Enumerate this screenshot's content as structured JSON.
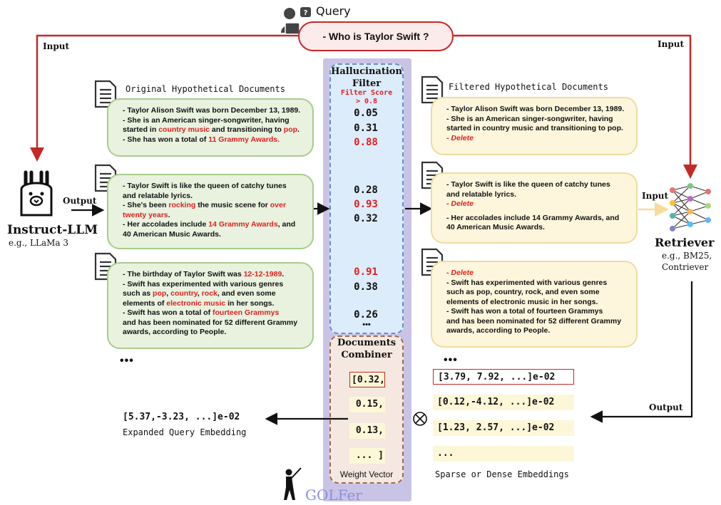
{
  "query": {
    "label": "Query",
    "text": "- Who is Taylor Swift ?"
  },
  "arrows": {
    "input_left": "Input",
    "input_right": "Input",
    "output_llm": "Output",
    "input_retriever": "Input",
    "output_retriever": "Output"
  },
  "llm": {
    "name": "Instruct-LLM",
    "example": "e.g., LLaMa 3"
  },
  "retriever": {
    "name": "Retriever",
    "example_line1": "e.g., BM25,",
    "example_line2": "Contriever"
  },
  "original_docs": {
    "title": "Original Hypothetical Documents",
    "doc1": {
      "l1": "- Taylor Alison Swift was born December 13, 1989.",
      "l2": "- She is an American singer-songwriter, having",
      "l3a": "started in ",
      "l3b": "country music",
      "l3c": " and transitioning to ",
      "l3d": "pop",
      "l3e": ".",
      "l4a": "- She has won a total of ",
      "l4b": "11 Grammy Awards."
    },
    "doc2": {
      "l1": "- Taylor Swift is like the queen of catchy tunes",
      "l2": "and relatable lyrics.",
      "l3a": "- She's been ",
      "l3b": "rocking",
      "l3c": " the music scene for ",
      "l3d": "over",
      "l4": "twenty years",
      "l4e": ".",
      "l5a": "- Her accolades include ",
      "l5b": "14 Grammy Awards",
      "l5c": ", and",
      "l6": "40 American Music Awards."
    },
    "doc3": {
      "l1a": "- The birthday of Taylor Swift was ",
      "l1b": "12-12-1989",
      "l1c": ".",
      "l2": "- Swift has experimented with various genres",
      "l3a": "such as ",
      "l3b": "pop",
      "l3c": ", ",
      "l3d": "country",
      "l3e": ", ",
      "l3f": "rock",
      "l3g": ", and even some",
      "l4a": "elements of ",
      "l4b": "electronic music",
      "l4c": " in her songs.",
      "l5a": "- Swift has won a total of ",
      "l5b": "fourteen Grammys",
      "l6": "and has been nominated for 52 different Grammy",
      "l7": "awards, according to People."
    },
    "more": "•••"
  },
  "filter": {
    "title1": "Hallucination",
    "title2": "Filter",
    "score_label": "Filter Score",
    "score_threshold": "> 0.8",
    "scores": [
      "0.05",
      "0.31",
      "0.88",
      "0.28",
      "0.93",
      "0.32",
      "0.91",
      "0.38",
      "0.26"
    ],
    "more": "•••"
  },
  "combiner": {
    "title1": "Documents",
    "title2": "Combiner",
    "weights": [
      "[0.32,",
      "0.15,",
      "0.13,",
      "... ]"
    ],
    "footer": "Weight Vector"
  },
  "filtered_docs": {
    "title": "Filtered Hypothetical Documents",
    "doc1": {
      "l1": "- Taylor Alison Swift was born December 13, 1989.",
      "l2": "- She is an American singer-songwriter, having",
      "l3": "started in country music and transitioning to pop.",
      "l4": "- Delete"
    },
    "doc2": {
      "l1": "- Taylor Swift is like the queen of catchy tunes",
      "l2": "and relatable lyrics.",
      "l3": "- Delete",
      "l4": "- Her accolades include 14 Grammy Awards, and",
      "l5": "40 American Music Awards."
    },
    "doc3": {
      "l1": "- Delete",
      "l2": "- Swift has experimented with various genres",
      "l3": "such as pop, country, rock, and even some",
      "l4": "elements of electronic music in her songs.",
      "l5": "- Swift has won a total of fourteen Grammys",
      "l6": "and has been nominated for 52 different Grammy",
      "l7": "awards, according to People."
    },
    "more": "•••"
  },
  "embeddings": {
    "items": [
      "[3.79, 7.92, ...]e-02",
      "[0.12,-4.12, ...]e-02",
      "[1.23, 2.57, ...]e-02",
      "..."
    ],
    "caption": "Sparse or Dense Embeddings",
    "otimes": "⊗"
  },
  "expanded": {
    "vector": "[5.37,-3.23, ...]e-02",
    "caption": "Expanded Query Embedding"
  },
  "brand": {
    "name": "GOLFer"
  },
  "colors": {
    "red_arrow": "#c62828",
    "filter_panel": "#dcecfa",
    "outer_panel": "#c9c4e6",
    "combiner_panel": "#f5e8e0",
    "doc_green": "#e8f2df",
    "doc_yellow": "#fdf6dc",
    "highlight": "#e02020"
  }
}
